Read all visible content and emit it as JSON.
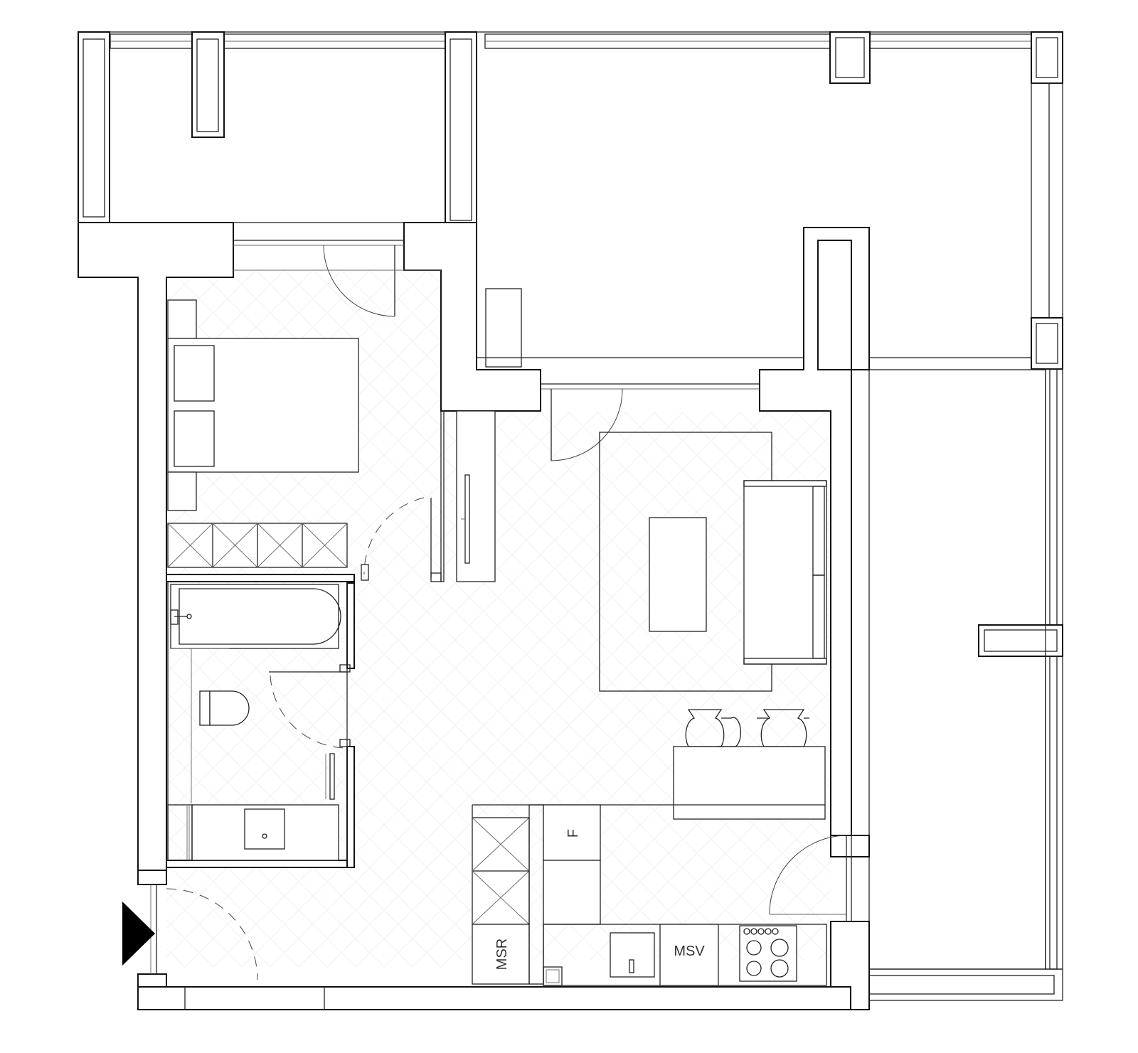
{
  "plan": {
    "labels": {
      "fridge": "F",
      "storage": "MSR",
      "dishwasher": "MSV"
    },
    "colors": {
      "line": "#111111",
      "background": "#ffffff",
      "entrance_marker": "#000000"
    },
    "icons": {
      "entrance": "entrance-triangle-icon",
      "hob": "cooktop-burners-icon",
      "sink": "sink-icon",
      "bathtub": "bathtub-icon",
      "toilet": "toilet-icon"
    }
  }
}
